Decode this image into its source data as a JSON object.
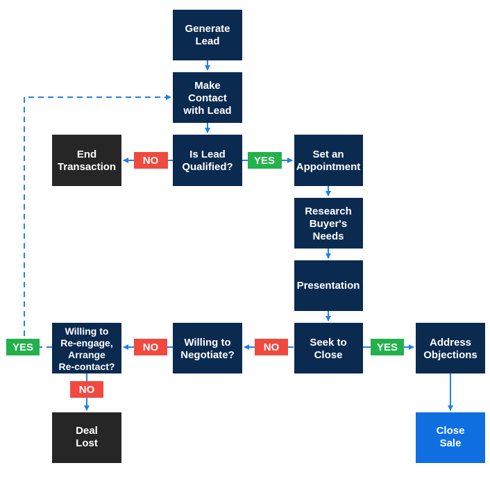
{
  "colors": {
    "process": "#0b2a4f",
    "terminal": "#262626",
    "success": "#0f6fe0",
    "yes_badge": "#22b14c",
    "no_badge": "#f04a3e",
    "arrow": "#1f80e6"
  },
  "nodes": {
    "generate_lead": [
      "Generate",
      "Lead"
    ],
    "make_contact": [
      "Make",
      "Contact",
      "with Lead"
    ],
    "is_qualified": [
      "Is Lead",
      "Qualified?"
    ],
    "end_transaction": [
      "End",
      "Transaction"
    ],
    "set_appointment": [
      "Set an",
      "Appointment"
    ],
    "research_needs": [
      "Research",
      "Buyer's",
      "Needs"
    ],
    "presentation": [
      "Presentation"
    ],
    "seek_close": [
      "Seek to",
      "Close"
    ],
    "address_objections": [
      "Address",
      "Objections"
    ],
    "close_sale": [
      "Close",
      "Sale"
    ],
    "willing_negotiate": [
      "Willing to",
      "Negotiate?"
    ],
    "willing_reengage": [
      "Willing to",
      "Re-engage,",
      "Arrange",
      "Re-contact?"
    ],
    "deal_lost": [
      "Deal",
      "Lost"
    ]
  },
  "badges": {
    "qualified_no": "NO",
    "qualified_yes": "YES",
    "close_yes": "YES",
    "close_no": "NO",
    "negotiate_no": "NO",
    "reengage_yes": "YES",
    "reengage_no": "NO"
  }
}
